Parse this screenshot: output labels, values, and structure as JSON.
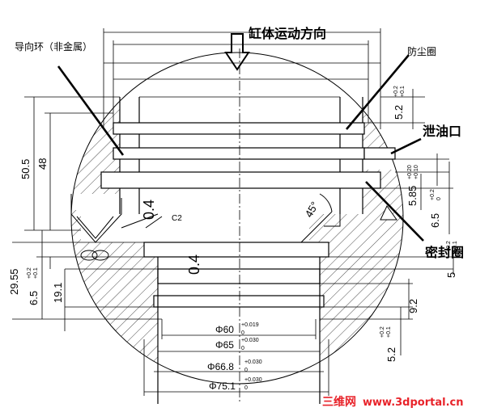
{
  "labels": {
    "direction": "缸体运动方向",
    "guide_ring": "导向环（非金属）",
    "dust_ring": "防尘圈",
    "oil_drain": "泄油口",
    "seal_ring": "密封圈",
    "chamfer": "C2",
    "angle": "45°",
    "radius_1": "0.4",
    "radius_2": "0.4"
  },
  "dims_left": {
    "d50_5": "50.5",
    "d48": "48",
    "d29_55": "29.55",
    "d6_5": "6.5",
    "d6_5_tol_up": "+0.2",
    "d6_5_tol_low": "+0.1",
    "d19_1": "19.1"
  },
  "dims_right": {
    "d5_2_top": "5.2",
    "d5_2_top_tol_up": "+0.2",
    "d5_2_top_tol_low": "+0.1",
    "d5_85": "5.85",
    "d5_85_tol_up": "+0.20",
    "d5_85_tol_low": "+0.10",
    "d6_5": "6.5",
    "d6_5_tol_up": "+0.2",
    "d6_5_tol_low": "0",
    "d5_mid": "5",
    "d5_mid_tol_up": "+0.2",
    "d5_mid_tol_low": "+0.1",
    "d9_2": "9.2",
    "d5_2_bot": "5.2",
    "d5_2_bot_tol_up": "+0.2",
    "d5_2_bot_tol_low": "+0.1"
  },
  "dims_bottom": [
    {
      "value": "Φ60",
      "tol_up": "+0.019",
      "tol_low": "0"
    },
    {
      "value": "Φ65",
      "tol_up": "+0.030",
      "tol_low": "0"
    },
    {
      "value": "Φ66.8",
      "tol_up": "+0.030",
      "tol_low": "0"
    },
    {
      "value": "Φ75.1",
      "tol_up": "+0.030",
      "tol_low": "0"
    }
  ],
  "watermark": {
    "cn": "三维网",
    "url": "www.3dportal.cn"
  },
  "colors": {
    "line": "#000000",
    "watermark_red": "#e8232a",
    "watermark_blue": "#1a3a8a"
  }
}
